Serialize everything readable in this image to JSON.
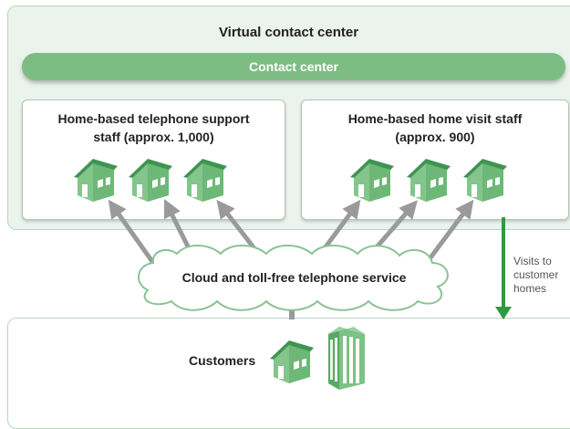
{
  "virtual_center": {
    "title": "Virtual contact center"
  },
  "contact_center": {
    "label": "Contact center"
  },
  "telephone_staff": {
    "title_line1": "Home-based telephone support",
    "title_line2": "staff (approx. 1,000)"
  },
  "visit_staff": {
    "title_line1": "Home-based home visit staff",
    "title_line2": "(approx. 900)"
  },
  "cloud": {
    "label": "Cloud and toll-free telephone service"
  },
  "visits": {
    "line1": "Visits to",
    "line2": "customer",
    "line3": "homes"
  },
  "customers": {
    "label": "Customers"
  },
  "colors": {
    "light_green": "#eaf3ec",
    "bar_green": "#7dbd83",
    "house_green": "#6db877",
    "house_shadow": "#3f9452",
    "visit_arrow": "#2f9a3f",
    "gray_arrow": "#9a9a9a"
  }
}
